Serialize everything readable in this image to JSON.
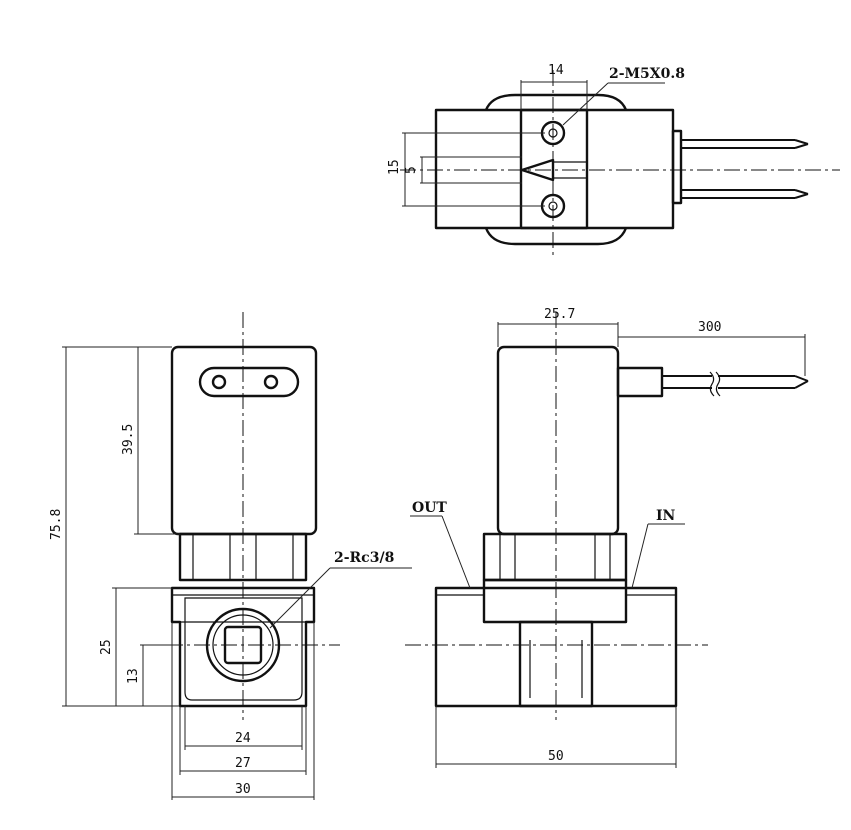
{
  "dimensions": {
    "top_port_spacing": "14",
    "mount_thread": "2-M5X0.8",
    "top_height_outer": "15",
    "top_height_inner": "5",
    "side_width": "25.7",
    "cable_length": "300",
    "total_height": "75.8",
    "coil_height": "39.5",
    "body_height": "25",
    "port_center_height": "13",
    "port_thread": "2-Rc3/8",
    "width_24": "24",
    "width_27": "27",
    "width_30": "30",
    "body_length": "50"
  },
  "ports": {
    "outlet": "OUT",
    "inlet": "IN"
  }
}
